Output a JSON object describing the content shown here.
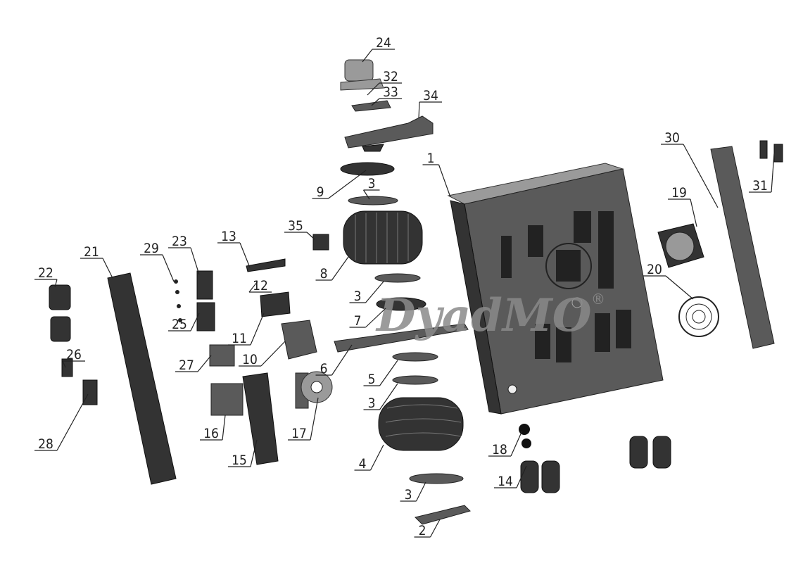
{
  "diagram": {
    "type": "exploded-parts-view",
    "watermark": "DyadMO",
    "watermark_mark": "®",
    "callouts": [
      "24",
      "32",
      "33",
      "34",
      "1",
      "9",
      "3",
      "35",
      "8",
      "13",
      "23",
      "29",
      "21",
      "22",
      "12",
      "3",
      "7",
      "11",
      "25",
      "10",
      "6",
      "27",
      "26",
      "5",
      "3",
      "17",
      "16",
      "28",
      "15",
      "4",
      "18",
      "14",
      "3",
      "2",
      "19",
      "20",
      "30",
      "31"
    ]
  }
}
